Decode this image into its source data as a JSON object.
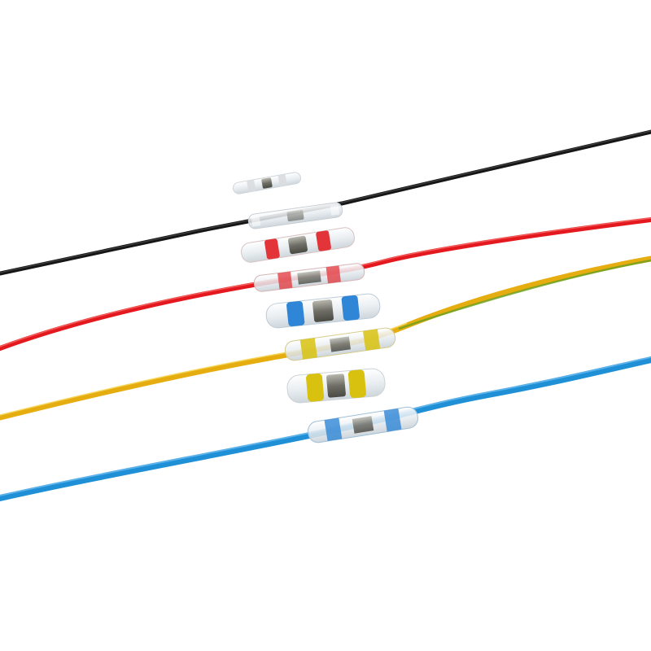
{
  "scene": {
    "background": "#ffffff",
    "wires": [
      {
        "name": "black-wire",
        "color": "#161616",
        "highlight": "#6a6a6a"
      },
      {
        "name": "red-wire",
        "color": "#e3191f",
        "highlight": "#ff8a80"
      },
      {
        "name": "yellow-green-wire",
        "color": "#e6ad10",
        "highlight": "#fff08a",
        "stripe": "#6fa11f"
      },
      {
        "name": "blue-wire",
        "color": "#1f8fd6",
        "highlight": "#8fd2ff"
      }
    ],
    "connectors": [
      {
        "name": "clear-connector",
        "band_color": "#d9dcdf"
      },
      {
        "name": "red-connector",
        "band_color": "#e3343a"
      },
      {
        "name": "blue-connector",
        "band_color": "#2f86d6"
      },
      {
        "name": "yellow-connector",
        "band_color": "#d8c20f"
      }
    ],
    "solder_color": "#7f7f77"
  }
}
